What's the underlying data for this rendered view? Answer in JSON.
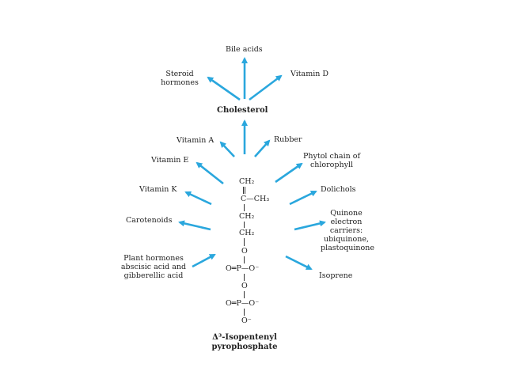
{
  "products": {
    "bile_acids": "Bile acids",
    "steroid_hormones": "Steroid hormones",
    "vitamin_d": "Vitamin D",
    "cholesterol": "Cholesterol",
    "vitamin_a": "Vitamin A",
    "rubber": "Rubber",
    "vitamin_e": "Vitamin E",
    "phytol": "Phytol chain of chlorophyll",
    "vitamin_k": "Vitamin K",
    "dolichols": "Dolichols",
    "carotenoids": "Carotenoids",
    "quinone": "Quinone electron carriers: ubiquinone, plastoquinone",
    "plant_hormones": "Plant hormones abscisic acid and gibberellic acid",
    "isoprene": "Isoprene"
  },
  "molecule": {
    "ch2_top": "CH₂",
    "c_ch3": "C—CH₃",
    "ch2_a": "CH₂",
    "ch2_b": "CH₂",
    "o1": "O",
    "p1": "O═P—O⁻",
    "o2": "O",
    "p2": "O═P—O⁻",
    "o_minus": "O⁻",
    "name": "Δ³-Isopentenyl pyrophosphate"
  },
  "colors": {
    "arrow": "#2aa7dd",
    "text": "#222222"
  }
}
